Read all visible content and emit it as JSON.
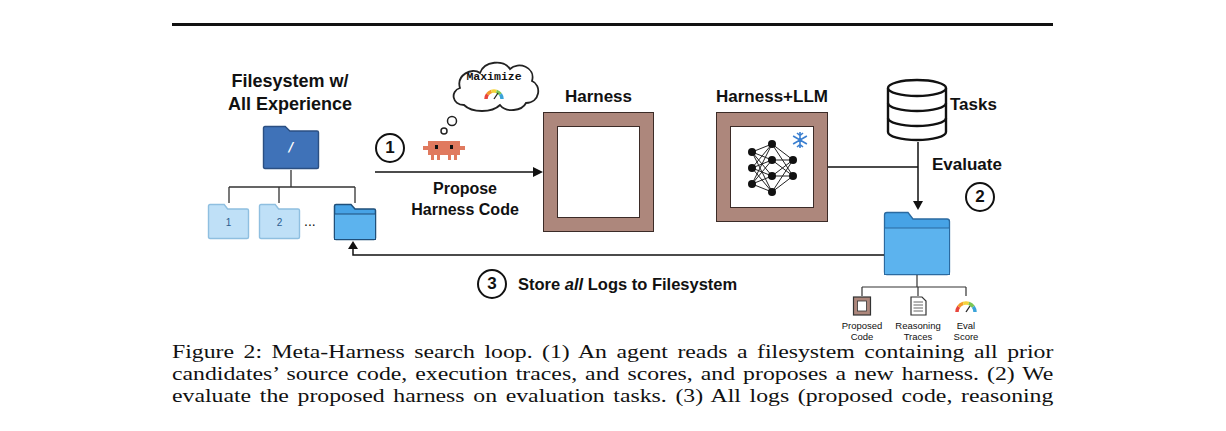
{
  "diagram": {
    "caption": "Figure 2: Meta-Harness search loop. (1) An agent reads a filesystem containing all prior candidates’ source code, execution traces, and scores, and proposes a new harness. (2) We evaluate the proposed harness on evaluation tasks. (3) All logs (proposed code, reasoning",
    "nodes": [
      {
        "text": [
          "Filesystem w/ All Experience"
        ]
      },
      {
        "text": [
          "/"
        ],
        "in": 0
      },
      {
        "text": [
          "1"
        ],
        "in": 0
      },
      {
        "text": [
          "2"
        ],
        "in": 0
      },
      {
        "text": [
          "Maximize"
        ]
      },
      {
        "text": [
          "Harness"
        ]
      },
      {
        "text": [
          "Harness+LLM"
        ]
      },
      {
        "text": [
          "Tasks"
        ]
      },
      {
        "text": [
          "Proposed Code"
        ]
      },
      {
        "text": [
          "Reasoning Traces"
        ]
      },
      {
        "text": [
          "Eval Score"
        ]
      }
    ],
    "edges": [
      {
        "from": 0,
        "to": 5,
        "arrow": "to",
        "label": "Propose Harness Code"
      }
    ],
    "labels": [
      "1",
      "...",
      "Evaluate",
      "2",
      "3",
      "Store",
      "all",
      "Logs to Filesystem"
    ]
  }
}
